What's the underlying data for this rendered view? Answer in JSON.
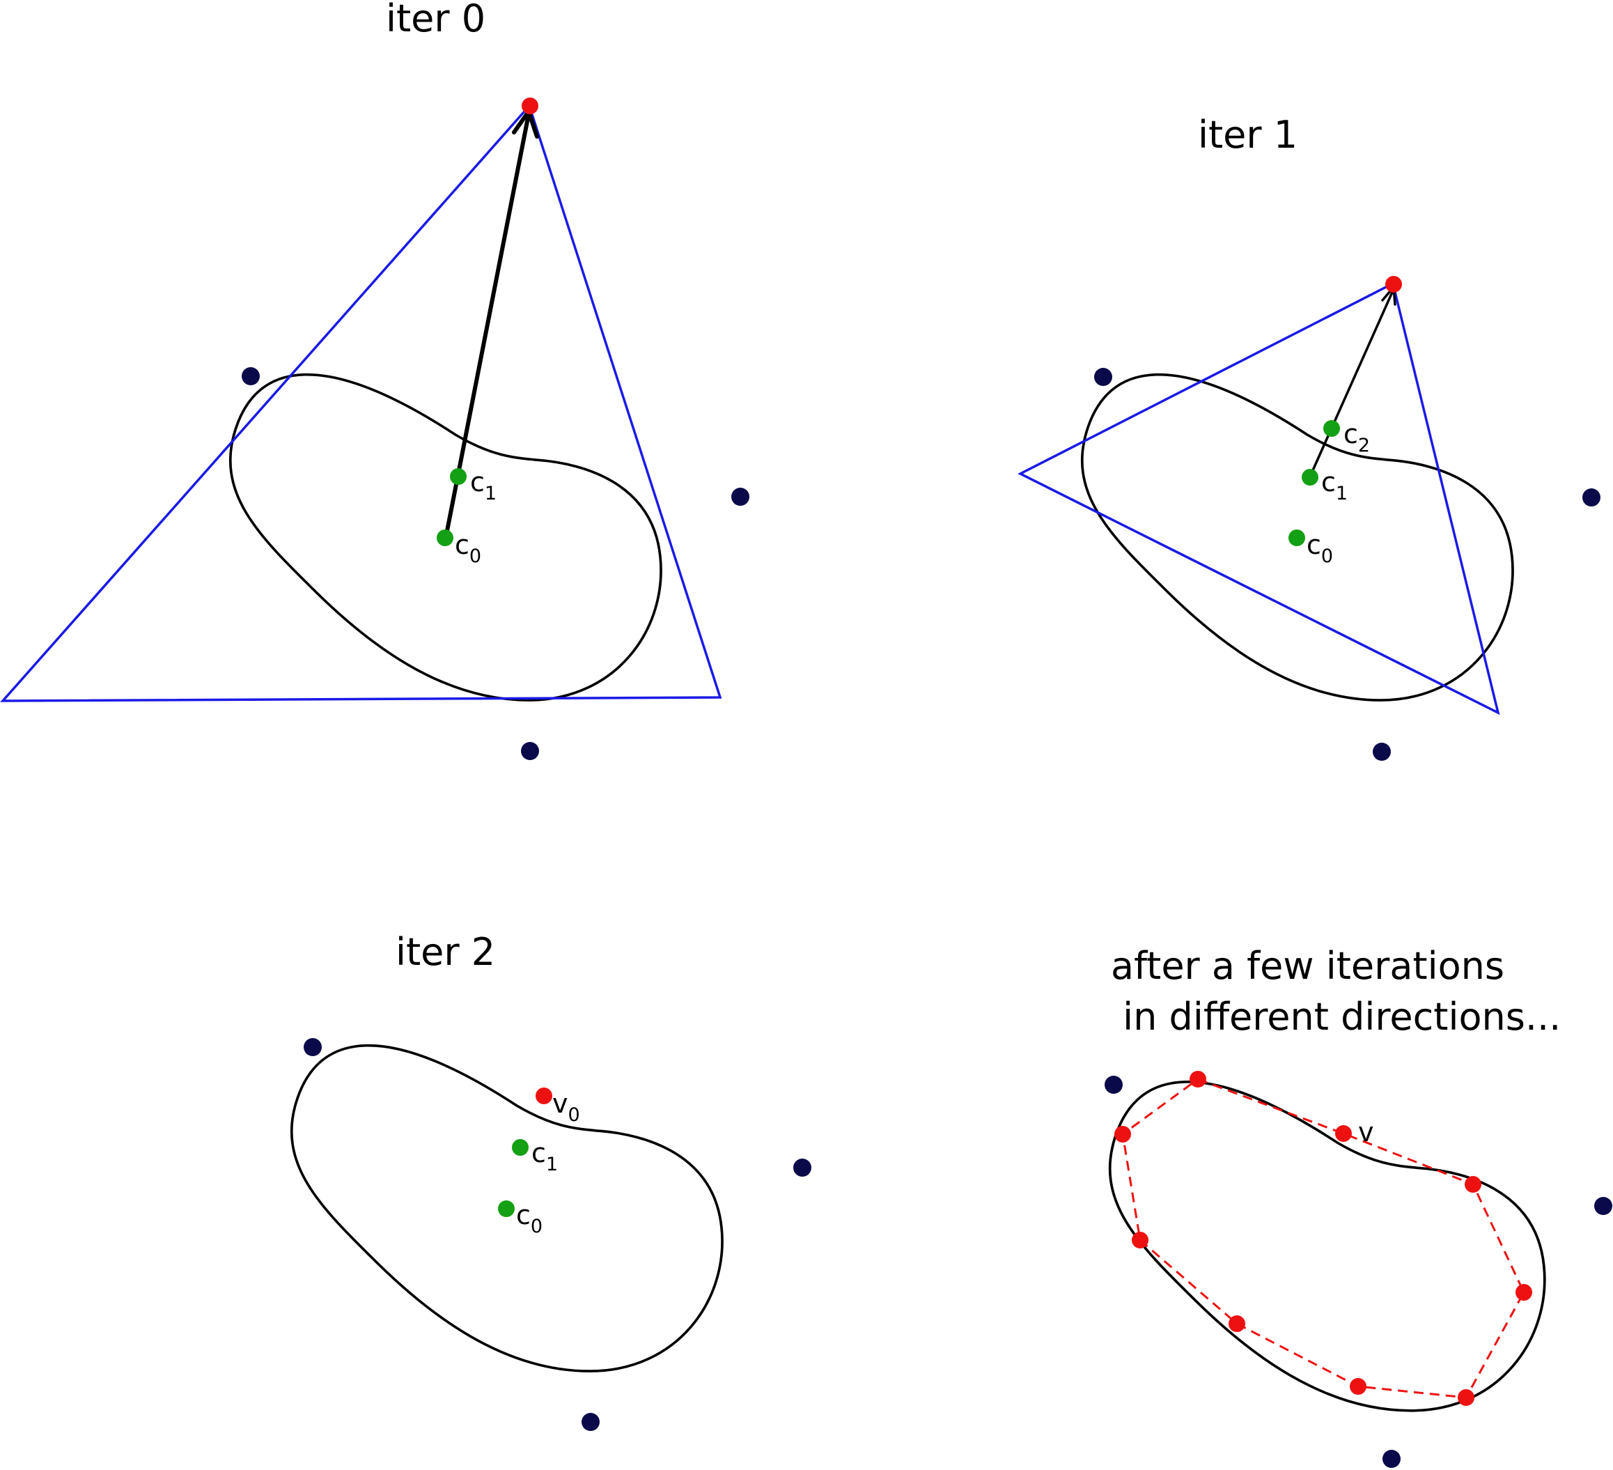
{
  "colors": {
    "outer_point": "#0a0a4a",
    "selected_vertex": "#ee1111",
    "center": "#14a014",
    "triangle": "#1a1ae6",
    "curve": "#000000",
    "hull_edge": "#ee1111"
  },
  "panels": {
    "iter0": {
      "title": "iter 0",
      "labels": {
        "c0": "c",
        "c0_sub": "0",
        "c1": "c",
        "c1_sub": "1"
      }
    },
    "iter1": {
      "title": "iter 1",
      "labels": {
        "c0": "c",
        "c0_sub": "0",
        "c1": "c",
        "c1_sub": "1",
        "c2": "c",
        "c2_sub": "2"
      }
    },
    "iter2": {
      "title": "iter 2",
      "labels": {
        "c0": "c",
        "c0_sub": "0",
        "c1": "c",
        "c1_sub": "1",
        "v0": "v",
        "v0_sub": "0"
      }
    },
    "final": {
      "title_line1": "after a few iterations",
      "title_line2": " in different directions...",
      "labels": {
        "v": "v"
      }
    }
  }
}
